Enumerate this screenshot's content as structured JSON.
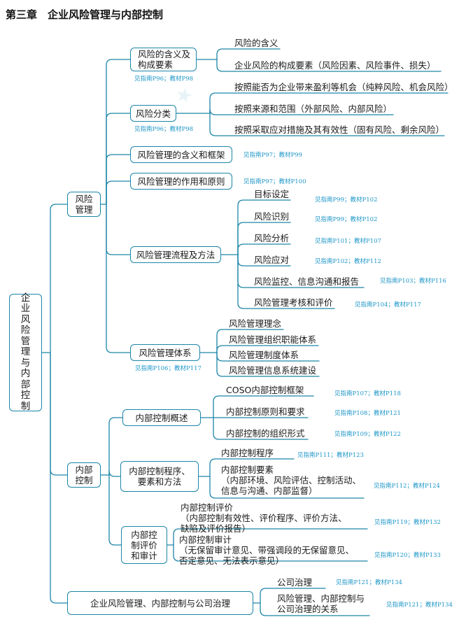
{
  "title": "第三章　企业风险管理与内部控制",
  "root": "企\n业\n风\n险\n管\n理\n与\n内\n部\n控\n制",
  "l1": {
    "risk": "风险\n管理",
    "control": "内部\n控制",
    "governance": "企业风险管理、内部控制与公司治理"
  },
  "risk": {
    "meaning": {
      "label": "风险的含义及\n构成要素",
      "ref": "见指南P96；教材P98",
      "items": [
        "风险的含义",
        "企业风险的构成要素（风险因素、风险事件、损失）"
      ]
    },
    "classify": {
      "label": "风险分类",
      "ref": "见指南P96；教材P98",
      "items": [
        "按照能否为企业带来盈利等机会（纯粹风险、机会风险）",
        "按照来源和范围（外部风险、内部风险）",
        "按照采取应对措施及其有效性（固有风险、剩余风险）"
      ]
    },
    "framework": {
      "label": "风险管理的含义和框架",
      "ref": "见指南P97；教材P99"
    },
    "role": {
      "label": "风险管理的作用和原则",
      "ref": "见指南P97；教材P100"
    },
    "process": {
      "label": "风险管理流程及方法",
      "items": [
        {
          "label": "目标设定",
          "ref": "见指南P99；教材P102"
        },
        {
          "label": "风险识别",
          "ref": "见指南P99；教材P102"
        },
        {
          "label": "风险分析",
          "ref": "见指南P101；教材P107"
        },
        {
          "label": "风险应对",
          "ref": "见指南P102；教材P112"
        },
        {
          "label": "风险监控、信息沟通和报告",
          "ref": "见指南P103；教材P116"
        },
        {
          "label": "风险管理考核和评价",
          "ref": "见指南P104；教材P117"
        }
      ]
    },
    "system": {
      "label": "风险管理体系",
      "ref": "见指南P106；教材P117",
      "items": [
        "风险管理理念",
        "风险管理组织职能体系",
        "风险管理制度体系",
        "风险管理信息系统建设"
      ]
    }
  },
  "control": {
    "overview": {
      "label": "内部控制概述",
      "items": [
        {
          "label": "COSO内部控制框架",
          "ref": "见指南P107；教材P118"
        },
        {
          "label": "内部控制原则和要求",
          "ref": "见指南P108；教材P121"
        },
        {
          "label": "内部控制的组织形式",
          "ref": "见指南P109；教材P122"
        }
      ]
    },
    "procedure": {
      "label": "内部控制程序、\n要素和方法",
      "items": [
        {
          "label": "内部控制程序",
          "ref": "见指南P111；教材P123"
        },
        {
          "label": "内部控制要素\n（内部环境、风险评估、控制活动、\n信息与沟通、内部监督）",
          "ref": "见指南P112；教材P124"
        }
      ]
    },
    "evaluation": {
      "label": "内部控\n制评价\n和审计",
      "items": [
        {
          "label": "内部控制评价\n（内部控制有效性、评价程序、评价方法、\n缺陷及评价报告）",
          "ref": "见指南P119；教材P132"
        },
        {
          "label": "内部控制审计\n（无保留审计意见、带强调段的无保留意见、\n否定意见、无法表示意见）",
          "ref": "见指南P120；教材P133"
        }
      ]
    }
  },
  "governance": {
    "items": [
      {
        "label": "公司治理",
        "ref": "见指南P121；教材P134"
      },
      {
        "label": "风险管理、内部控制与\n公司治理的关系",
        "ref": "见指南P121；教材P134"
      }
    ]
  }
}
